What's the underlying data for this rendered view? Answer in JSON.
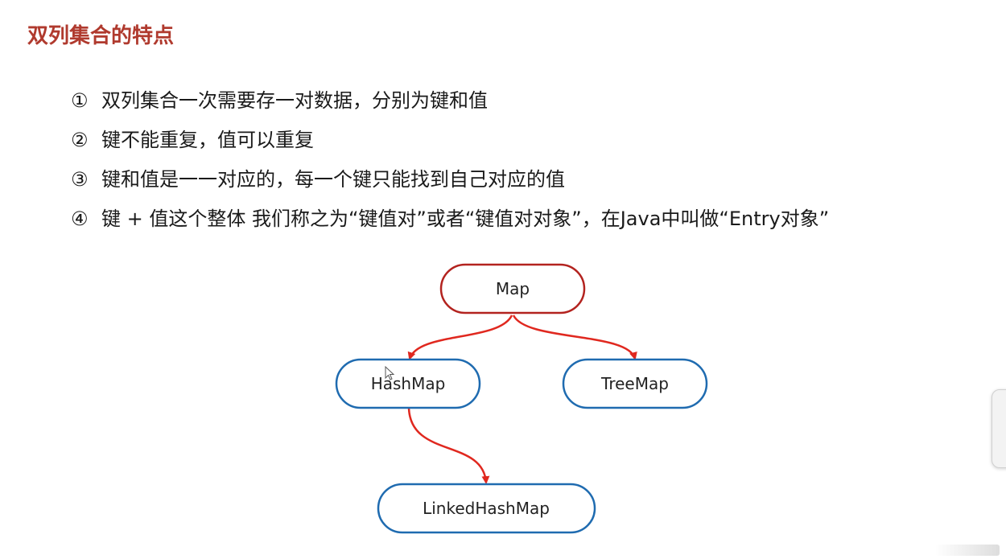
{
  "title": "双列集合的特点",
  "points": [
    {
      "marker": "①",
      "text": "双列集合一次需要存一对数据，分别为键和值"
    },
    {
      "marker": "②",
      "text": "键不能重复，值可以重复"
    },
    {
      "marker": "③",
      "text": "键和值是一一对应的，每一个键只能找到自己对应的值"
    },
    {
      "marker": "④",
      "text": "键 + 值这个整体 我们称之为“键值对”或者“键值对对象”，在Java中叫做“Entry对象”"
    }
  ],
  "diagram": {
    "nodes": {
      "map": "Map",
      "hashmap": "HashMap",
      "treemap": "TreeMap",
      "linkedhashmap": "LinkedHashMap"
    },
    "colors": {
      "interface_border": "#b3231f",
      "class_border": "#1f6bb0",
      "arrow": "#e0281f"
    }
  }
}
